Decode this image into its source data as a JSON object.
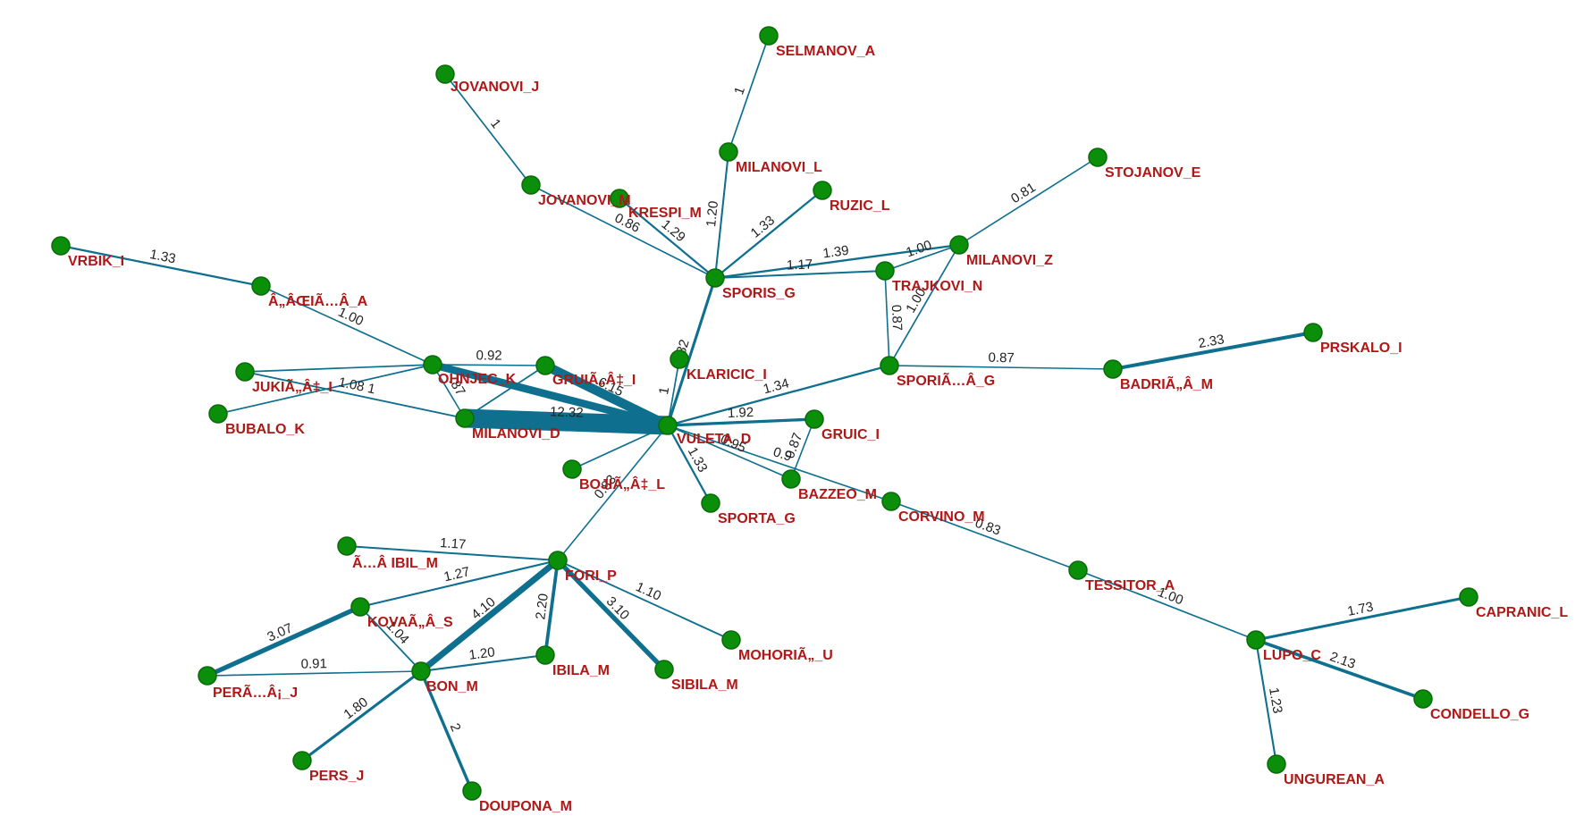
{
  "graph": {
    "colors": {
      "node_fill": "#0b8f0b",
      "edge": "#0e6f8f",
      "node_label": "#b01717",
      "edge_label": "#222222",
      "background": "#ffffff"
    },
    "nodes": [
      {
        "id": "selmanov_a",
        "label": "SELMANOV_A"
      },
      {
        "id": "jovanovi_j",
        "label": "JOVANOVI_J"
      },
      {
        "id": "milanovi_l",
        "label": "MILANOVI_L"
      },
      {
        "id": "stojanov_e",
        "label": "STOJANOV_E"
      },
      {
        "id": "jovanovi_m",
        "label": "JOVANOVI_M"
      },
      {
        "id": "krespi_m",
        "label": "KRESPI_M"
      },
      {
        "id": "ruzic_l",
        "label": "RUZIC_L"
      },
      {
        "id": "vrbik_i",
        "label": "VRBIK_I"
      },
      {
        "id": "milanovi_z",
        "label": "MILANOVI_Z"
      },
      {
        "id": "sporis_g",
        "label": "SPORIS_G"
      },
      {
        "id": "trajkovi_n",
        "label": "TRAJKOVI_N"
      },
      {
        "id": "a_aceia_a",
        "label": "Â„ÂŒIÃ…Â_A"
      },
      {
        "id": "prskalo_i",
        "label": "PRSKALO_I"
      },
      {
        "id": "klaricic_i",
        "label": "KLARICIC_I"
      },
      {
        "id": "ohnjec_k",
        "label": "OHNJEC_K"
      },
      {
        "id": "gruia_i",
        "label": "GRUIÃ„Â‡_I"
      },
      {
        "id": "spori_a_g",
        "label": "SPORIÃ…Â_G"
      },
      {
        "id": "badria_m",
        "label": "BADRIÃ„Â_M"
      },
      {
        "id": "jukia_i",
        "label": "JUKIÃ„Â‡_I"
      },
      {
        "id": "bubalo_k",
        "label": "BUBALO_K"
      },
      {
        "id": "milanovi_d",
        "label": "MILANOVI_D"
      },
      {
        "id": "vuleta_d",
        "label": "VULETA_D"
      },
      {
        "id": "gruic_i",
        "label": "GRUIC_I"
      },
      {
        "id": "bojia_l",
        "label": "BOJIÃ„Â‡_L"
      },
      {
        "id": "bazzeo_m",
        "label": "BAZZEO_M"
      },
      {
        "id": "sporta_g",
        "label": "SPORTA_G"
      },
      {
        "id": "corvino_m",
        "label": "CORVINO_M"
      },
      {
        "id": "a_ibil_m",
        "label": "Ã…Â IBIL_M"
      },
      {
        "id": "fori_p",
        "label": "FORI_P"
      },
      {
        "id": "tessitor_a",
        "label": "TESSITOR_A"
      },
      {
        "id": "mohoria_u",
        "label": "MOHORIÃ„_U"
      },
      {
        "id": "kovaa_s",
        "label": "KOVAÃ„Â_S"
      },
      {
        "id": "capranic_l",
        "label": "CAPRANIC_L"
      },
      {
        "id": "lupo_c",
        "label": "LUPO_C"
      },
      {
        "id": "ibila_m",
        "label": "IBILA_M"
      },
      {
        "id": "sibila_m",
        "label": "SIBILA_M"
      },
      {
        "id": "pera_j",
        "label": "PERÃ…Â¡_J"
      },
      {
        "id": "bon_m",
        "label": "BON_M"
      },
      {
        "id": "condello_g",
        "label": "CONDELLO_G"
      },
      {
        "id": "pers_j",
        "label": "PERS_J"
      },
      {
        "id": "ungurean_a",
        "label": "UNGUREAN_A"
      },
      {
        "id": "doupona_m",
        "label": "DOUPONA_M"
      }
    ],
    "edges": [
      {
        "source": "milanovi_l",
        "target": "selmanov_a",
        "weight": 1,
        "label": "1"
      },
      {
        "source": "jovanovi_m",
        "target": "jovanovi_j",
        "weight": 1,
        "label": "1"
      },
      {
        "source": "sporis_g",
        "target": "milanovi_l",
        "weight": 1.2,
        "label": "1.20"
      },
      {
        "source": "sporis_g",
        "target": "jovanovi_m",
        "weight": 0.86,
        "label": "0.86"
      },
      {
        "source": "sporis_g",
        "target": "krespi_m",
        "weight": 1.29,
        "label": "1.29"
      },
      {
        "source": "sporis_g",
        "target": "ruzic_l",
        "weight": 1.33,
        "label": "1.33"
      },
      {
        "source": "sporis_g",
        "target": "trajkovi_n",
        "weight": 1.17,
        "label": "1.17"
      },
      {
        "source": "sporis_g",
        "target": "milanovi_z",
        "weight": 1.39,
        "label": "1.39"
      },
      {
        "source": "milanovi_z",
        "target": "stojanov_e",
        "weight": 0.81,
        "label": "0.81"
      },
      {
        "source": "milanovi_z",
        "target": "trajkovi_n",
        "weight": 1.0,
        "label": "1.00"
      },
      {
        "source": "milanovi_z",
        "target": "spori_a_g",
        "weight": 1.0,
        "label": "1.00"
      },
      {
        "source": "trajkovi_n",
        "target": "spori_a_g",
        "weight": 0.87,
        "label": "0.87"
      },
      {
        "source": "vuleta_d",
        "target": "sporis_g",
        "weight": 1.82,
        "label": ".82"
      },
      {
        "source": "vuleta_d",
        "target": "spori_a_g",
        "weight": 1.34,
        "label": "1.34"
      },
      {
        "source": "spori_a_g",
        "target": "badria_m",
        "weight": 0.87,
        "label": "0.87"
      },
      {
        "source": "badria_m",
        "target": "prskalo_i",
        "weight": 2.33,
        "label": "2.33"
      },
      {
        "source": "vrbik_i",
        "target": "a_aceia_a",
        "weight": 1.33,
        "label": "1.33"
      },
      {
        "source": "a_aceia_a",
        "target": "ohnjec_k",
        "weight": 1.0,
        "label": "1.00"
      },
      {
        "source": "ohnjec_k",
        "target": "gruia_i",
        "weight": 0.92,
        "label": "0.92"
      },
      {
        "source": "ohnjec_k",
        "target": "jukia_i",
        "weight": 1.0,
        "label": ""
      },
      {
        "source": "ohnjec_k",
        "target": "bubalo_k",
        "weight": 1.0,
        "label": ""
      },
      {
        "source": "ohnjec_k",
        "target": "milanovi_d",
        "weight": 0.87,
        "label": ".87"
      },
      {
        "source": "ohnjec_k",
        "target": "vuleta_d",
        "weight": 5.0,
        "label": ""
      },
      {
        "source": "jukia_i",
        "target": "milanovi_d",
        "weight": 1.08,
        "label": "1.08 1"
      },
      {
        "source": "gruia_i",
        "target": "vuleta_d",
        "weight": 6.15,
        "label": "6.15"
      },
      {
        "source": "gruia_i",
        "target": "milanovi_d",
        "weight": 1.0,
        "label": ""
      },
      {
        "source": "klaricic_i",
        "target": "vuleta_d",
        "weight": 1,
        "label": "1"
      },
      {
        "source": "milanovi_d",
        "target": "vuleta_d",
        "weight": 12.32,
        "label": "12.32"
      },
      {
        "source": "vuleta_d",
        "target": "gruic_i",
        "weight": 1.92,
        "label": "1.92"
      },
      {
        "source": "vuleta_d",
        "target": "bazzeo_m",
        "weight": 0.95,
        "label": "0.95"
      },
      {
        "source": "vuleta_d",
        "target": "corvino_m",
        "weight": 0.9,
        "label": "0.9"
      },
      {
        "source": "gruic_i",
        "target": "bazzeo_m",
        "weight": 0.87,
        "label": "0.87"
      },
      {
        "source": "vuleta_d",
        "target": "bojia_l",
        "weight": 1.0,
        "label": ""
      },
      {
        "source": "vuleta_d",
        "target": "sporta_g",
        "weight": 1.33,
        "label": "1.33"
      },
      {
        "source": "vuleta_d",
        "target": "fori_p",
        "weight": 0.83,
        "label": "0.83"
      },
      {
        "source": "corvino_m",
        "target": "tessitor_a",
        "weight": 0.83,
        "label": "0.83"
      },
      {
        "source": "tessitor_a",
        "target": "lupo_c",
        "weight": 1.0,
        "label": "1.00"
      },
      {
        "source": "lupo_c",
        "target": "capranic_l",
        "weight": 1.73,
        "label": "1.73"
      },
      {
        "source": "lupo_c",
        "target": "condello_g",
        "weight": 2.13,
        "label": "2.13"
      },
      {
        "source": "lupo_c",
        "target": "ungurean_a",
        "weight": 1.23,
        "label": "1.23"
      },
      {
        "source": "fori_p",
        "target": "a_ibil_m",
        "weight": 1.17,
        "label": "1.17"
      },
      {
        "source": "fori_p",
        "target": "kovaa_s",
        "weight": 1.27,
        "label": "1.27"
      },
      {
        "source": "fori_p",
        "target": "bon_m",
        "weight": 4.1,
        "label": "4.10"
      },
      {
        "source": "fori_p",
        "target": "ibila_m",
        "weight": 2.2,
        "label": "2.20"
      },
      {
        "source": "fori_p",
        "target": "sibila_m",
        "weight": 3.1,
        "label": "3.10"
      },
      {
        "source": "fori_p",
        "target": "mohoria_u",
        "weight": 1.1,
        "label": "1.10"
      },
      {
        "source": "kovaa_s",
        "target": "pera_j",
        "weight": 3.07,
        "label": "3.07"
      },
      {
        "source": "kovaa_s",
        "target": "bon_m",
        "weight": 1.04,
        "label": "1.04"
      },
      {
        "source": "pera_j",
        "target": "bon_m",
        "weight": 0.91,
        "label": "0.91"
      },
      {
        "source": "bon_m",
        "target": "ibila_m",
        "weight": 1.2,
        "label": "1.20"
      },
      {
        "source": "bon_m",
        "target": "pers_j",
        "weight": 1.8,
        "label": "1.80"
      },
      {
        "source": "bon_m",
        "target": "doupona_m",
        "weight": 2,
        "label": "2"
      }
    ]
  }
}
